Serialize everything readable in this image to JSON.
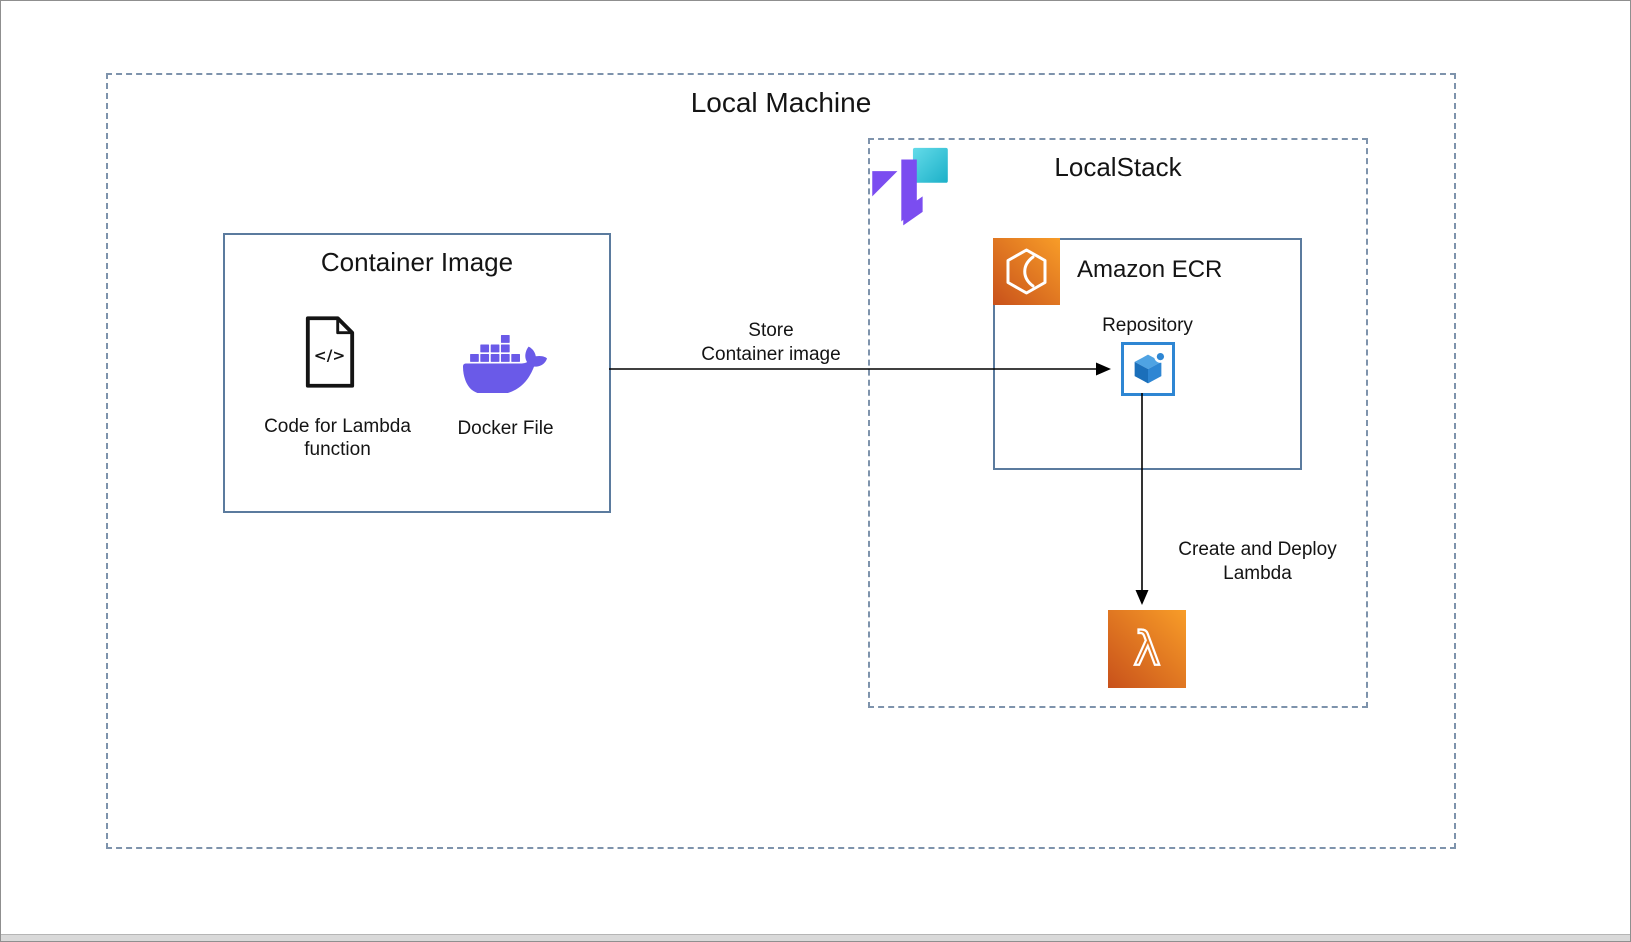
{
  "colors": {
    "page_bg": "#ffffff",
    "frame_border": "#8f8f8f",
    "window_edge": "#d9d9d9",
    "dashed_border": "#7e93ac",
    "solid_border": "#5b7b9e",
    "text": "#141414",
    "arrow": "#000000",
    "docker_purple": "#6a5ae8",
    "localstack_purple": "#7b4df0",
    "localstack_teal_light": "#63dbe9",
    "localstack_teal_dark": "#1cb0c8",
    "aws_orange_light": "#f89d28",
    "aws_orange_dark": "#c8511b",
    "repo_blue": "#2e86d3",
    "repo_blue_light": "#4fa3e3",
    "repo_blue_dark": "#1b6fba"
  },
  "icons": {
    "code_file_glyph": "</>",
    "lambda_glyph": "λ"
  },
  "local_machine": {
    "title": "Local Machine",
    "container_image": {
      "title": "Container Image",
      "code_label": "Code for Lambda\nfunction",
      "docker_label": "Docker File"
    },
    "store_arrow_label": "Store\nContainer image",
    "localstack": {
      "title": "LocalStack",
      "ecr": {
        "title": "Amazon ECR",
        "repository_label": "Repository"
      },
      "deploy_arrow_label": "Create and Deploy\nLambda"
    }
  }
}
